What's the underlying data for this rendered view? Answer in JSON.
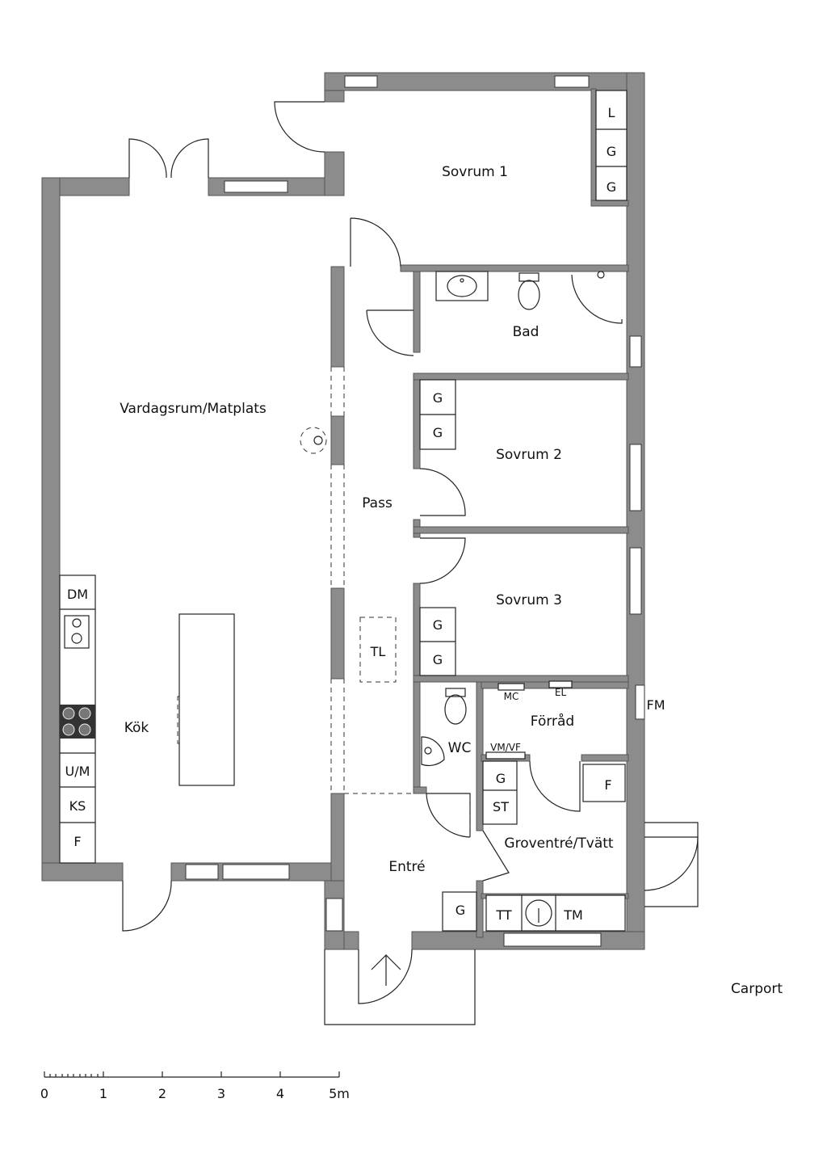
{
  "rooms": {
    "sovrum1": "Sovrum 1",
    "bad": "Bad",
    "vardagsrum": "Vardagsrum/Matplats",
    "sovrum2": "Sovrum 2",
    "pass": "Pass",
    "sovrum3": "Sovrum 3",
    "kok": "Kök",
    "wc": "WC",
    "forrad": "Förråd",
    "groventre": "Groventré/Tvätt",
    "entre": "Entré",
    "carport": "Carport"
  },
  "fixtures": {
    "l": "L",
    "g": "G",
    "dm": "DM",
    "um": "U/M",
    "ks": "KS",
    "f": "F",
    "tl": "TL",
    "mc": "MC",
    "el": "EL",
    "vmvf": "VM/VF",
    "st": "ST",
    "tt": "TT",
    "tm": "TM",
    "fm": "FM"
  },
  "scale": {
    "ticks": [
      "0",
      "1",
      "2",
      "3",
      "4",
      "5m"
    ]
  },
  "colors": {
    "wall": "#8c8c8c",
    "line": "#222222"
  }
}
